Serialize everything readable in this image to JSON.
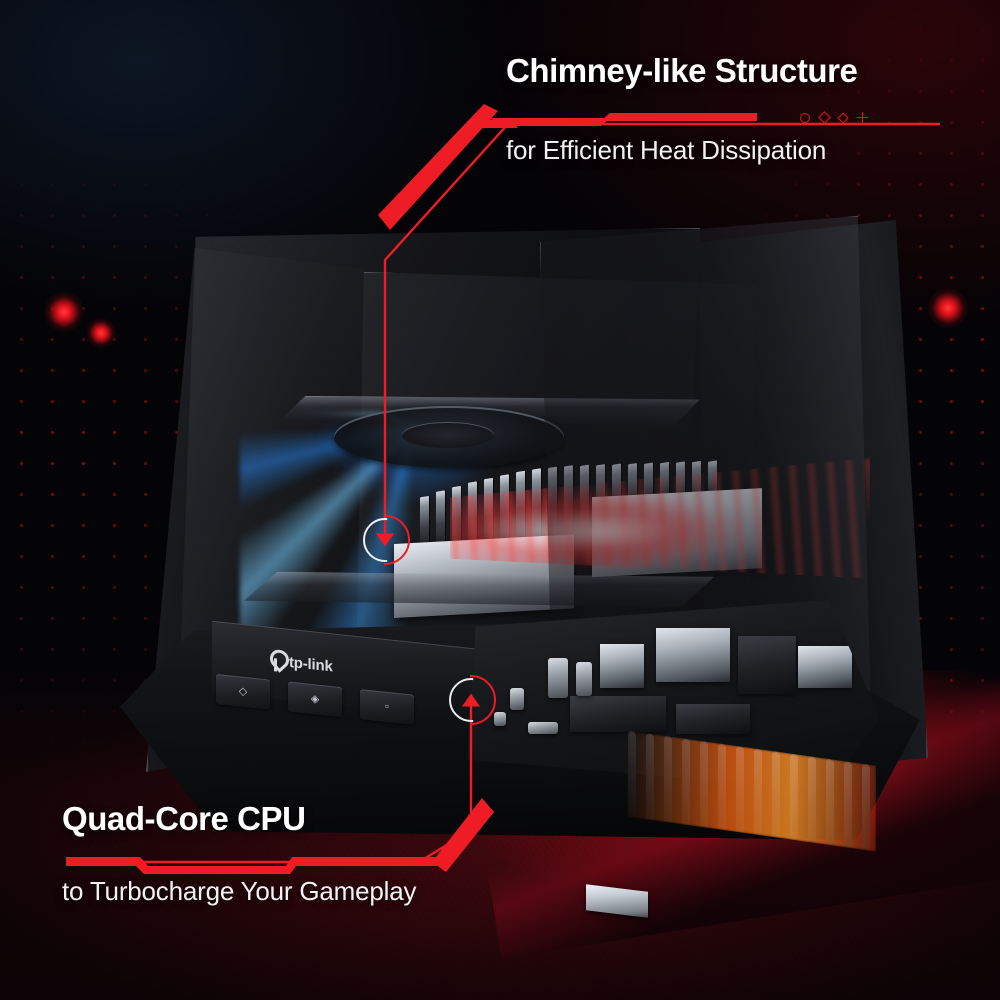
{
  "accent": {
    "red": "#ee1c24",
    "red_bright": "#ff2a2a",
    "white": "#ffffff",
    "background": "#040306",
    "airflow_cool": "#4aa8ff",
    "airflow_hot": "#ff3a3a",
    "vent_glow": "#ff7a18"
  },
  "callouts": [
    {
      "id": "chimney",
      "title": "Chimney-like Structure",
      "subtitle": "for Efficient Heat Dissipation",
      "position": "top-right",
      "markers": [
        "circle",
        "diamond",
        "diamond-small",
        "plus"
      ],
      "target": "cpu-fan"
    },
    {
      "id": "cpu",
      "title": "Quad-Core CPU",
      "subtitle": "to Turbocharge Your Gameplay",
      "position": "bottom-left",
      "markers": [],
      "target": "cpu-chip"
    }
  ],
  "product": {
    "brand": "tp-link",
    "hardware_buttons": [
      {
        "name": "led-button",
        "glyph": "◇"
      },
      {
        "name": "wifi-button",
        "glyph": "◈"
      },
      {
        "name": "wps-button",
        "glyph": "▫"
      }
    ]
  },
  "airflow": {
    "intake_label": "cool-air-intake",
    "exhaust_label": "hot-air-exhaust"
  }
}
